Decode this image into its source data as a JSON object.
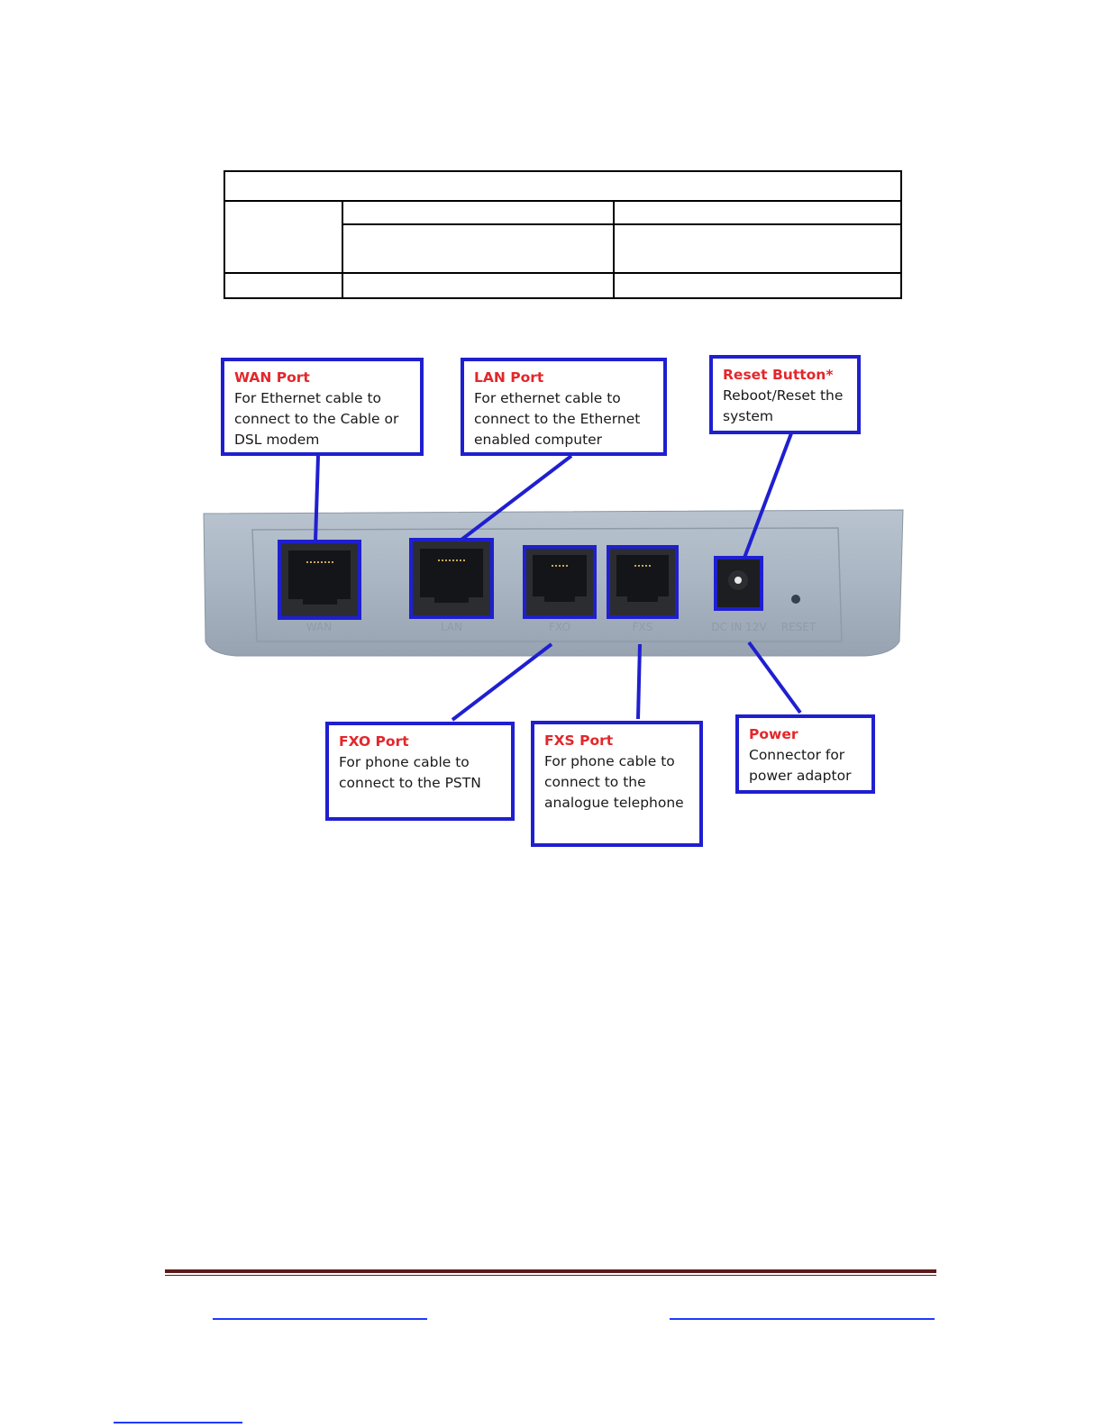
{
  "callouts": {
    "wan": {
      "title": "WAN Port",
      "desc": "For Ethernet cable to connect to the Cable or DSL modem"
    },
    "lan": {
      "title": "LAN Port",
      "desc": "For ethernet cable to connect to the Ethernet enabled computer"
    },
    "reset": {
      "title": "Reset Button*",
      "desc": "Reboot/Reset the system"
    },
    "fxo": {
      "title": "FXO Port",
      "desc": "For phone cable to connect to the PSTN"
    },
    "fxs": {
      "title": "FXS Port",
      "desc": "For phone cable to connect to the analogue telephone"
    },
    "power": {
      "title": "Power",
      "desc": "Connector for power adaptor"
    }
  },
  "device_labels": {
    "wan": "WAN",
    "lan": "LAN",
    "fxo": "FXO",
    "fxs": "FXS",
    "dc": "DC IN 12V",
    "reset": "RESET"
  },
  "colors": {
    "callout_border": "#1f1fd0",
    "callout_title": "#e3272b",
    "footer_rule": "#5c1a1a",
    "link": "#1e3aff"
  }
}
